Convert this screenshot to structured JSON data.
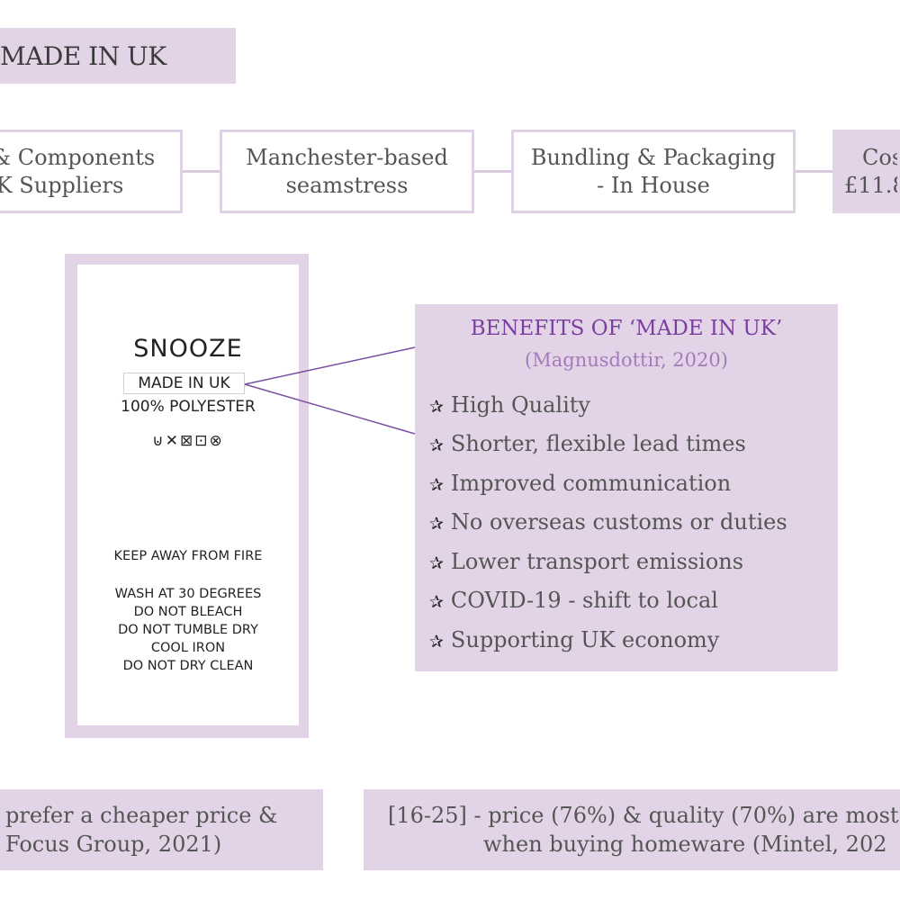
{
  "header": {
    "title": "MADE IN UK"
  },
  "process_steps": [
    {
      "line1": "& Components",
      "line2": "K Suppliers"
    },
    {
      "line1": "Manchester-based",
      "line2": "seamstress"
    },
    {
      "line1": "Bundling & Packaging",
      "line2": "- In House"
    },
    {
      "line1": "Cos",
      "line2": "£11.8"
    }
  ],
  "care_label": {
    "brand": "SNOOZE",
    "origin": "MADE IN UK",
    "material": "100% POLYESTER",
    "care_icons": "⊍✕⊠⊡⊗",
    "warning": "KEEP AWAY FROM FIRE",
    "instructions": [
      "WASH AT 30 DEGREES",
      "DO NOT BLEACH",
      "DO NOT TUMBLE DRY",
      "COOL IRON",
      "DO NOT DRY CLEAN"
    ]
  },
  "benefits": {
    "title": "BENEFITS OF ‘MADE IN UK’",
    "source": "(Magnusdottir, 2020)",
    "items": [
      "High Quality",
      "Shorter, flexible lead times",
      "Improved communication",
      "No overseas customs or duties",
      "Lower transport emissions",
      "COVID-19 - shift to local",
      "Supporting UK economy"
    ]
  },
  "quotes": [
    {
      "line1": "prefer a cheaper price &",
      "line2": "Focus Group, 2021)"
    },
    {
      "line1": "[16-25] - price (76%) & quality (70%) are most",
      "line2": "when buying homeware (Mintel, 202"
    }
  ],
  "colors": {
    "accent_bg": "#e2d4e6",
    "heading_purple": "#7a3f9e",
    "source_purple": "#a47bbd",
    "line_purple": "#7a4fa0"
  }
}
